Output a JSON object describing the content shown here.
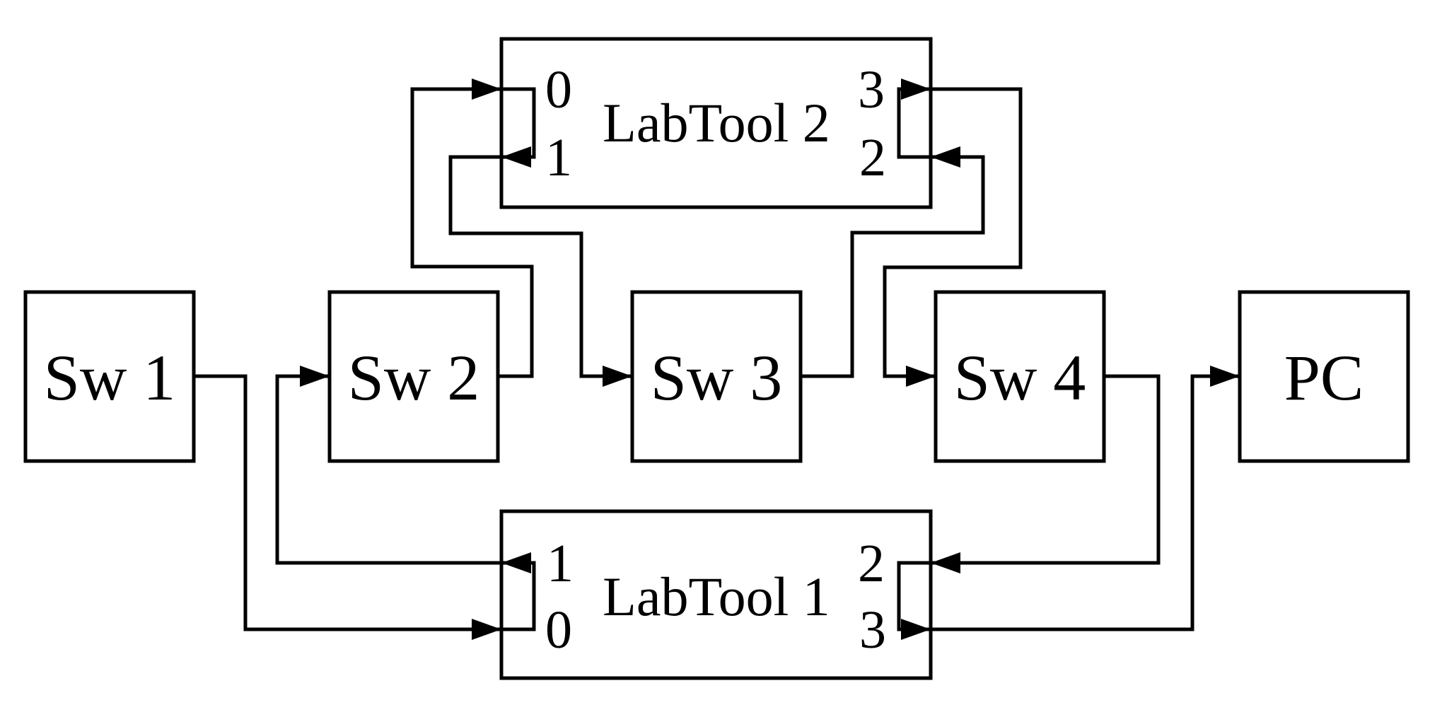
{
  "canvas": {
    "background": "#ffffff",
    "line_color": "#000000"
  },
  "nodes": {
    "sw1": {
      "label": "Sw 1"
    },
    "sw2": {
      "label": "Sw 2"
    },
    "sw3": {
      "label": "Sw 3"
    },
    "sw4": {
      "label": "Sw 4"
    },
    "pc": {
      "label": "PC"
    },
    "labtool2": {
      "label": "LabTool 2",
      "ports": {
        "left_top": "0",
        "left_bottom": "1",
        "right_top": "3",
        "right_bottom": "2"
      }
    },
    "labtool1": {
      "label": "LabTool 1",
      "ports": {
        "left_top": "1",
        "left_bottom": "0",
        "right_top": "2",
        "right_bottom": "3"
      }
    }
  },
  "connections": [
    {
      "from": "Sw 1",
      "to": "LabTool 1 port 0",
      "type": "cable"
    },
    {
      "from": "LabTool 1 port 1",
      "to": "Sw 2",
      "type": "cable"
    },
    {
      "from": "Sw 2",
      "to": "LabTool 2 port 0",
      "type": "cable"
    },
    {
      "from": "LabTool 2 port 1",
      "to": "Sw 3",
      "type": "cable"
    },
    {
      "from": "Sw 3",
      "to": "LabTool 2 port 2",
      "type": "cable"
    },
    {
      "from": "LabTool 2 port 3",
      "to": "Sw 4",
      "type": "cable"
    },
    {
      "from": "Sw 4",
      "to": "LabTool 1 port 2",
      "type": "cable"
    },
    {
      "from": "LabTool 1 port 3",
      "to": "PC",
      "type": "cable"
    },
    {
      "from": "LabTool 2 port 0",
      "to": "LabTool 2 port 1",
      "type": "internal-passthrough"
    },
    {
      "from": "LabTool 2 port 2",
      "to": "LabTool 2 port 3",
      "type": "internal-passthrough"
    },
    {
      "from": "LabTool 1 port 0",
      "to": "LabTool 1 port 1",
      "type": "internal-passthrough"
    },
    {
      "from": "LabTool 1 port 2",
      "to": "LabTool 1 port 3",
      "type": "internal-passthrough"
    }
  ]
}
